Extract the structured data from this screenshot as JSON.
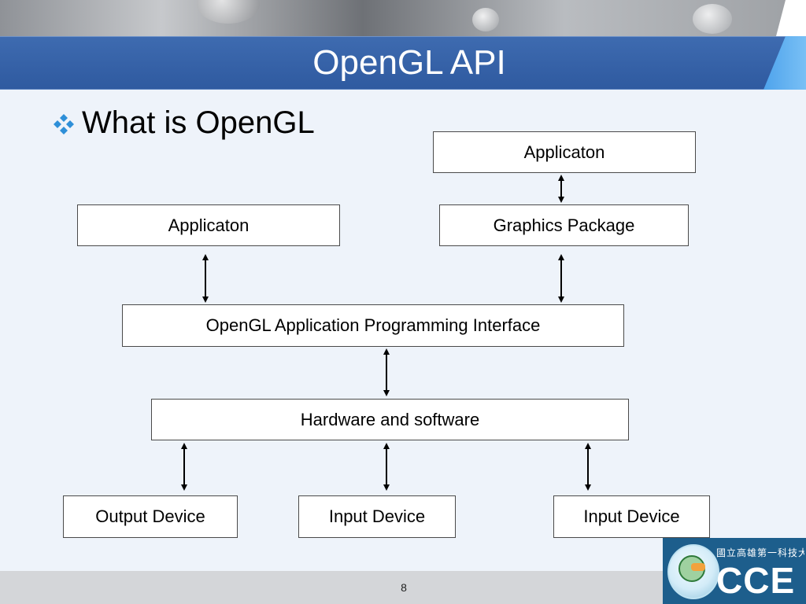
{
  "slide": {
    "title": "OpenGL API",
    "heading": "What is OpenGL",
    "page_number": "8"
  },
  "diagram": {
    "boxes": {
      "app_right": "Applicaton",
      "app_left": "Applicaton",
      "graphics_package": "Graphics Package",
      "opengl_api": "OpenGL Application Programming Interface",
      "hardware_software": "Hardware and software",
      "output_device": "Output Device",
      "input_device_1": "Input Device",
      "input_device_2": "Input Device"
    },
    "connections": [
      {
        "from": "app_right",
        "to": "graphics_package",
        "type": "bidirectional"
      },
      {
        "from": "app_left",
        "to": "opengl_api",
        "type": "bidirectional"
      },
      {
        "from": "graphics_package",
        "to": "opengl_api",
        "type": "bidirectional"
      },
      {
        "from": "opengl_api",
        "to": "hardware_software",
        "type": "bidirectional"
      },
      {
        "from": "hardware_software",
        "to": "output_device",
        "type": "bidirectional"
      },
      {
        "from": "hardware_software",
        "to": "input_device_1",
        "type": "bidirectional"
      },
      {
        "from": "hardware_software",
        "to": "input_device_2",
        "type": "bidirectional"
      }
    ]
  },
  "logo": {
    "org_name": "國立高雄第一科技大學",
    "mark": "CCE"
  },
  "colors": {
    "title_bar": "#2f5aa0",
    "content_background": "#eef3fa",
    "footer": "#d4d6d9",
    "bullet": "#2e8fd8"
  },
  "icons": {
    "bullet": "diamond-bullet-icon",
    "logo": "cce-logo-icon"
  }
}
